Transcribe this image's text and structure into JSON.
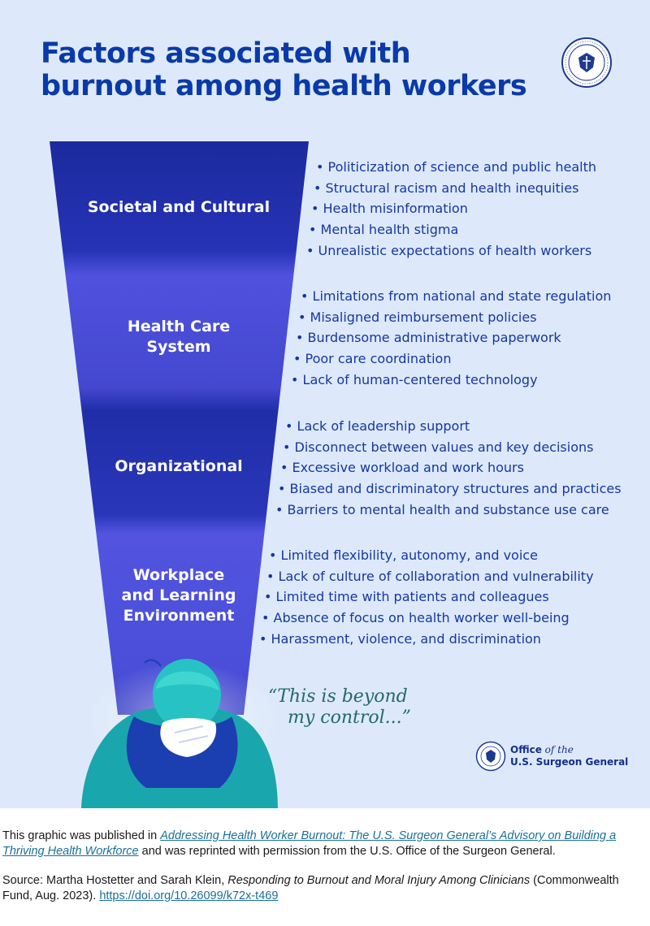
{
  "title": {
    "line1": "Factors associated with",
    "line2": "burnout among health workers"
  },
  "tiers": [
    {
      "label_lines": [
        "Societal and Cultural"
      ],
      "items": [
        "• Politicization of science and public health",
        "• Structural racism and health inequities",
        "• Health misinformation",
        "• Mental health stigma",
        "• Unrealistic expectations of health workers"
      ]
    },
    {
      "label_lines": [
        "Health Care",
        "System"
      ],
      "items": [
        "• Limitations from national and state regulation",
        "• Misaligned reimbursement policies",
        "• Burdensome administrative paperwork",
        "• Poor care coordination",
        "• Lack of human-centered technology"
      ]
    },
    {
      "label_lines": [
        "Organizational"
      ],
      "items": [
        "• Lack of leadership support",
        "• Disconnect between values and key decisions",
        "• Excessive workload and work hours",
        "• Biased and discriminatory structures and practices",
        "• Barriers to mental health and substance use care"
      ]
    },
    {
      "label_lines": [
        "Workplace",
        "and Learning",
        "Environment"
      ],
      "items": [
        "• Limited flexibility, autonomy, and voice",
        "• Lack of culture of collaboration and vulnerability",
        "• Limited time with patients and colleagues",
        "• Absence of focus on health worker well-being",
        "• Harassment, violence, and discrimination"
      ]
    }
  ],
  "quote": {
    "line1": "“This is beyond",
    "line2": "my control...”"
  },
  "office": {
    "word1": "Office",
    "word2": " of the",
    "line2": "U.S. Surgeon General"
  },
  "caption1": {
    "before": "This graphic was published in ",
    "link": "Addressing Health Worker Burnout: The U.S. Surgeon General’s Advisory on Building a Thriving Health Workforce",
    "after": " and was reprinted with permission from the U.S. Office of the Surgeon General."
  },
  "caption2": {
    "before": "Source: Martha Hostetter and Sarah Klein, ",
    "italic": "Responding to Burnout and Moral Injury Among Clinicians",
    "after": " (Commonwealth Fund, Aug. 2023). ",
    "link": "https://doi.org/10.26099/k72x-t469"
  },
  "colors": {
    "title": "#0a3aa8",
    "bullet_text": "#1537a3",
    "funnel_dark": "#1e2fa8",
    "funnel_light": "#5254df",
    "scrubs": "#1ea9b0",
    "quote": "#236a6a"
  },
  "icons": [
    "public-health-seal-icon",
    "surgeon-general-seal-icon",
    "health-worker-figure-icon"
  ]
}
